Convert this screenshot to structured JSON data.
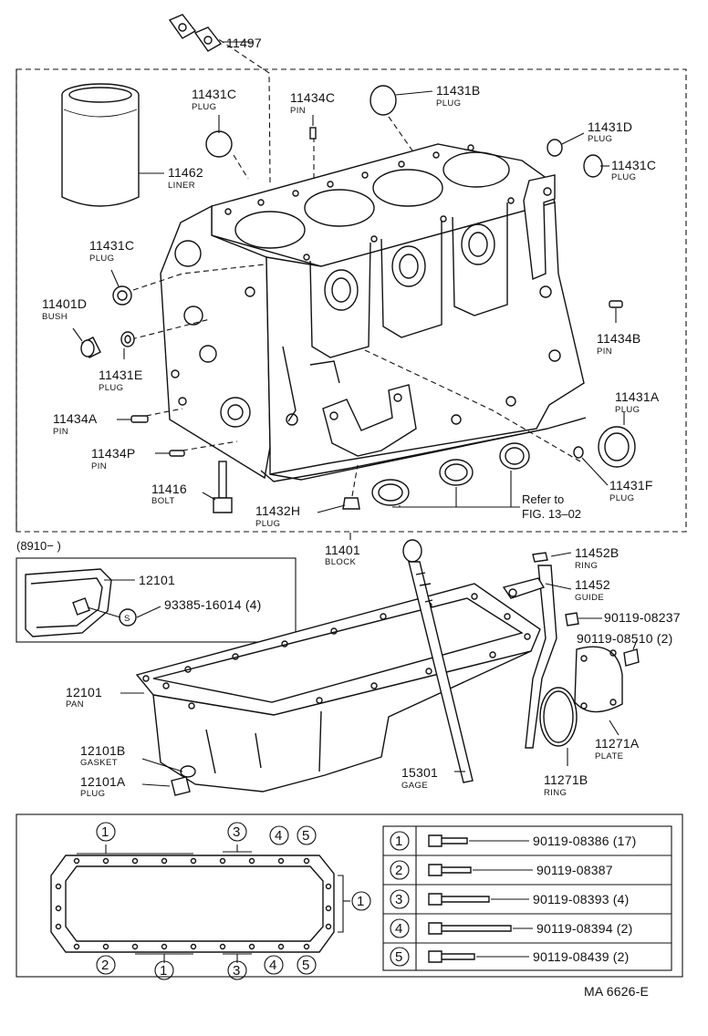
{
  "callouts": [
    {
      "id": "c11497",
      "part": "11497",
      "name": ""
    },
    {
      "id": "c11431C_top",
      "part": "11431C",
      "name": "PLUG"
    },
    {
      "id": "c11434C",
      "part": "11434C",
      "name": "PIN"
    },
    {
      "id": "c11431B",
      "part": "11431B",
      "name": "PLUG"
    },
    {
      "id": "c11431D",
      "part": "11431D",
      "name": "PLUG"
    },
    {
      "id": "c11431C_right",
      "part": "11431C",
      "name": "PLUG"
    },
    {
      "id": "c11462",
      "part": "11462",
      "name": "LINER"
    },
    {
      "id": "c11431C_left",
      "part": "11431C",
      "name": "PLUG"
    },
    {
      "id": "c11401D",
      "part": "11401D",
      "name": "BUSH"
    },
    {
      "id": "c11431E",
      "part": "11431E",
      "name": "PLUG"
    },
    {
      "id": "c11434B",
      "part": "11434B",
      "name": "PIN"
    },
    {
      "id": "c11431A",
      "part": "11431A",
      "name": "PLUG"
    },
    {
      "id": "c11434A",
      "part": "11434A",
      "name": "PIN"
    },
    {
      "id": "c11434P",
      "part": "11434P",
      "name": "PIN"
    },
    {
      "id": "c11431F",
      "part": "11431F",
      "name": "PLUG"
    },
    {
      "id": "c11416",
      "part": "11416",
      "name": "BOLT"
    },
    {
      "id": "c11432H",
      "part": "11432H",
      "name": "PLUG"
    },
    {
      "id": "c11401",
      "part": "11401",
      "name": "BLOCK"
    },
    {
      "id": "c12101_inset",
      "part": "12101",
      "name": ""
    },
    {
      "id": "c93385",
      "part": "93385-16014 (4)",
      "name": ""
    },
    {
      "id": "c11452B",
      "part": "11452B",
      "name": "RING"
    },
    {
      "id": "c11452",
      "part": "11452",
      "name": "GUIDE"
    },
    {
      "id": "c90119_08237",
      "part": "90119-08237",
      "name": ""
    },
    {
      "id": "c90119_08510",
      "part": "90119-08510 (2)",
      "name": ""
    },
    {
      "id": "c12101",
      "part": "12101",
      "name": "PAN"
    },
    {
      "id": "c12101B",
      "part": "12101B",
      "name": "GASKET"
    },
    {
      "id": "c12101A",
      "part": "12101A",
      "name": "PLUG"
    },
    {
      "id": "c15301",
      "part": "15301",
      "name": "GAGE"
    },
    {
      "id": "c11271A",
      "part": "11271A",
      "name": "PLATE"
    },
    {
      "id": "c11271B",
      "part": "11271B",
      "name": "RING"
    }
  ],
  "refer_line1": "Refer to",
  "refer_line2": "FIG. 13–02",
  "date_code": "(8910−          )",
  "inset_s_symbol": "S",
  "bolt_table": [
    {
      "num": "1",
      "part": "90119-08386 (17)"
    },
    {
      "num": "2",
      "part": "90119-08387"
    },
    {
      "num": "3",
      "part": "90119-08393 (4)"
    },
    {
      "num": "4",
      "part": "90119-08394 (2)"
    },
    {
      "num": "5",
      "part": "90119-08439 (2)"
    }
  ],
  "gasket_markers": {
    "top_1": "1",
    "top_3": "3",
    "top_4": "4",
    "top_5": "5",
    "right_1": "1",
    "bot_2": "2",
    "bot_1": "1",
    "bot_3": "3",
    "bot_4": "4",
    "bot_5": "5"
  },
  "figure_code": "MA 6626-E"
}
